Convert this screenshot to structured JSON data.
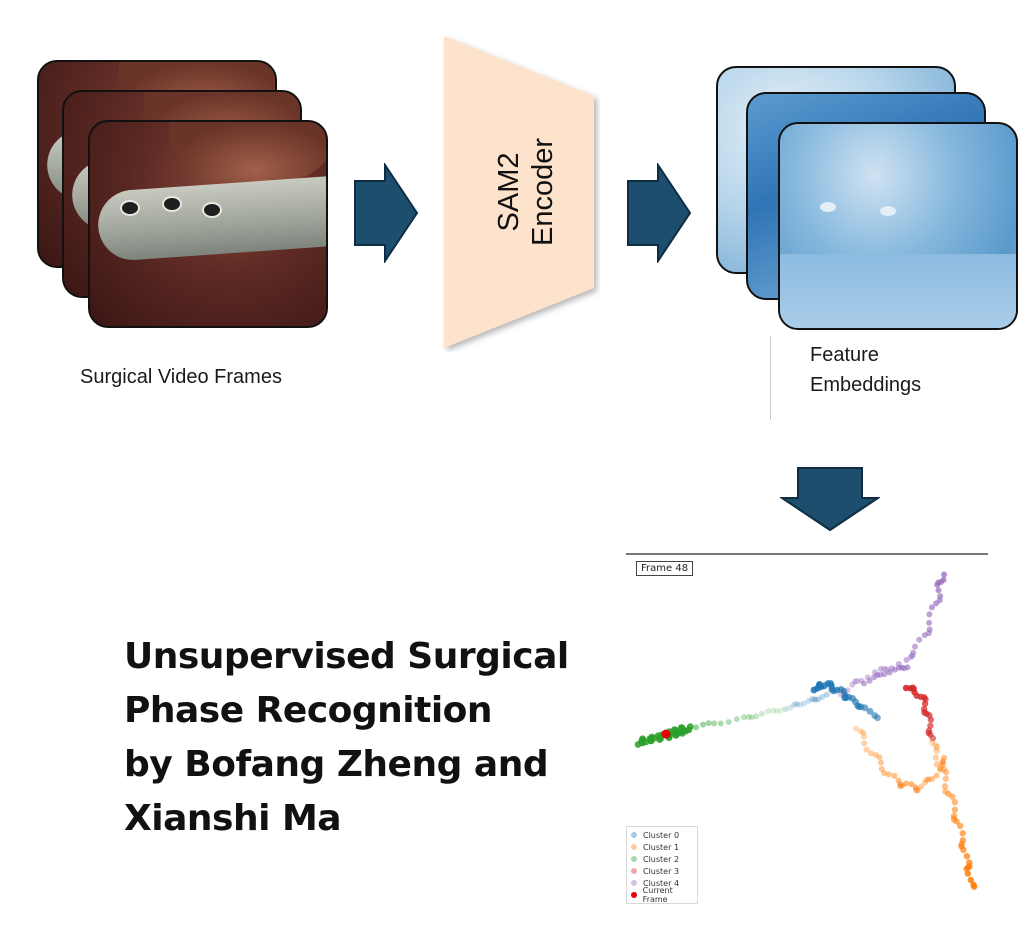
{
  "input": {
    "caption": "Surgical Video Frames"
  },
  "encoder": {
    "line1": "SAM2",
    "line2": "Encoder",
    "color": "#fde3cc"
  },
  "output": {
    "caption_line1": "Feature",
    "caption_line2": "Embeddings"
  },
  "arrow_color": "#1d4e6e",
  "title": {
    "line1": "Unsupervised Surgical",
    "line2": "Phase Recognition",
    "line3": "by Bofang Zheng and",
    "line4": "Xianshi Ma"
  },
  "plot": {
    "frame_label": "Frame 48",
    "legend": [
      {
        "label": "Cluster 0",
        "color": "#1f77b4"
      },
      {
        "label": "Cluster 1",
        "color": "#ff7f0e"
      },
      {
        "label": "Cluster 2",
        "color": "#2ca02c"
      },
      {
        "label": "Cluster 3",
        "color": "#d62728"
      },
      {
        "label": "Cluster 4",
        "color": "#9467bd"
      },
      {
        "label": "Current Frame",
        "color": "#e8000b"
      }
    ]
  }
}
